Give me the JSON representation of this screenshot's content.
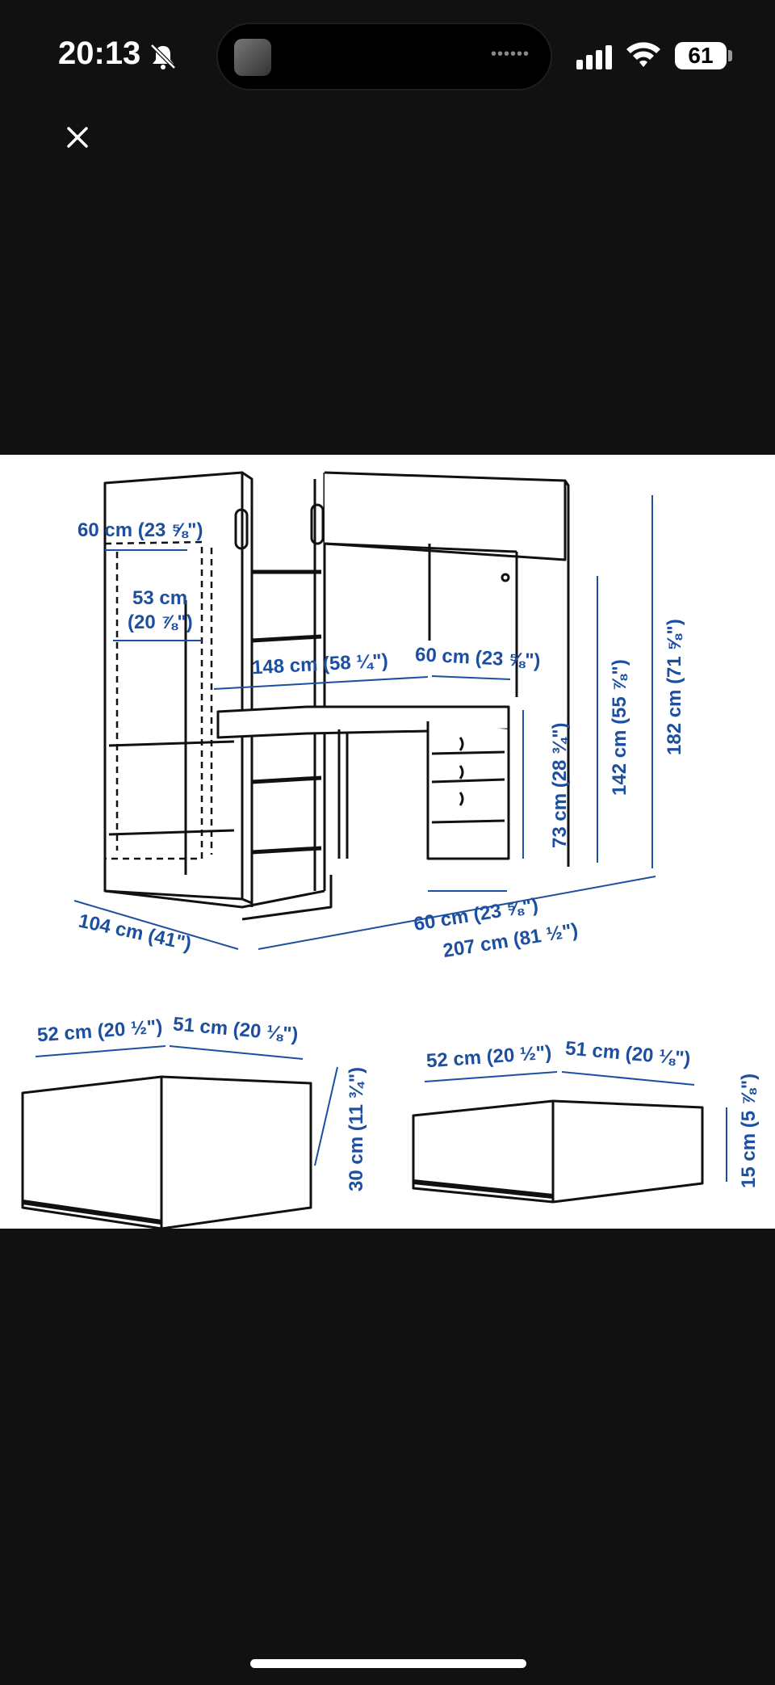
{
  "status_bar": {
    "time": "20:13",
    "battery": "61",
    "icons": [
      "bell-slash-icon",
      "signal-icon",
      "wifi-icon",
      "battery-icon"
    ]
  },
  "viewer": {
    "close_icon": "close-icon"
  },
  "diagram": {
    "accent_color": "#1d4fa0",
    "labels": {
      "width_top": "60 cm (23 ⅝\")",
      "inner_width_1": "53 cm",
      "inner_width_2": "(20 ⅞\")",
      "desk_span": "148 cm (58 ¼\")",
      "desk_depth_top": "60 cm (23 ⅝\")",
      "desk_height": "73 cm (28 ¾\")",
      "under_height": "142 cm (55 ⅞\")",
      "total_height": "182 cm (71 ⅝\")",
      "depth": "104 cm (41\")",
      "desk_depth_bottom": "60 cm (23 ⅝\")",
      "total_length": "207 cm (81 ½\")",
      "drawer1_width": "52 cm (20 ½\")",
      "drawer1_depth": "51 cm (20 ⅛\")",
      "drawer1_height": "30 cm (11 ¾\")",
      "drawer2_width": "52 cm (20 ½\")",
      "drawer2_depth": "51 cm (20 ⅛\")",
      "drawer2_height": "15 cm (5 ⅞\")"
    }
  }
}
